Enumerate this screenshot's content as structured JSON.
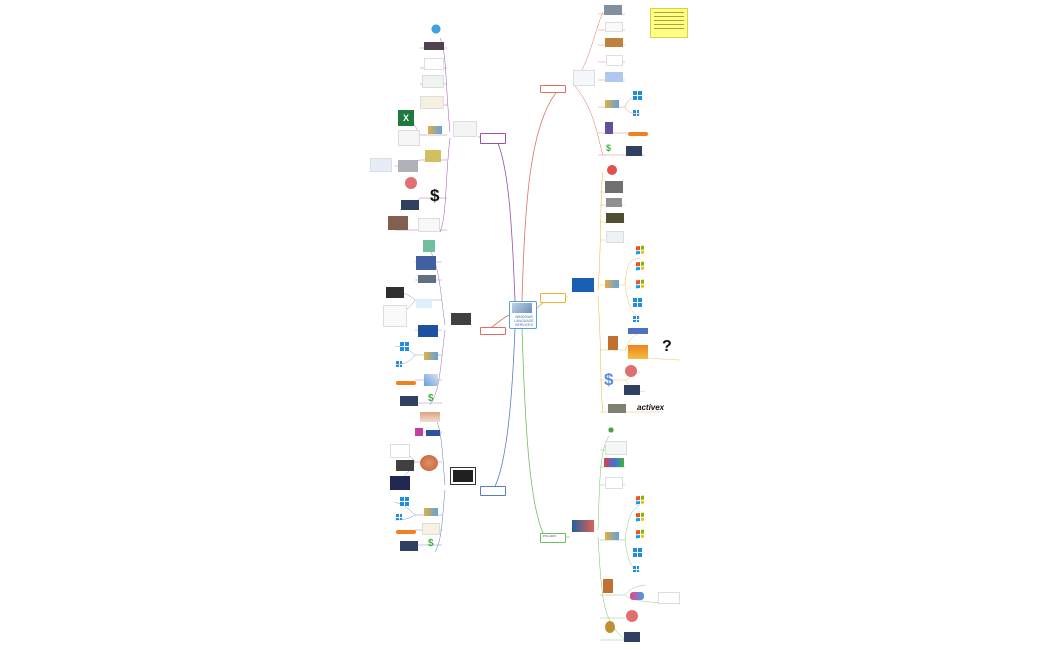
{
  "root": {
    "label": "WINDOWS LANGUAGE SERVICES"
  },
  "branches": {
    "top_right": {
      "label": ""
    },
    "mid_right": {
      "label": ""
    },
    "bottom_right": {
      "label": "POLARIS"
    },
    "top_left": {
      "label": ""
    },
    "mid_left": {
      "label": ""
    },
    "bottom_left": {
      "label": ""
    }
  },
  "colors": {
    "red": "#e07060",
    "purple": "#9a50b0",
    "orange": "#f0b030",
    "blue": "#5a7ac8",
    "green": "#70c060",
    "root": "#5aa0d8",
    "note": "#ffff88"
  },
  "icons": {
    "dollar": "$",
    "question": "?",
    "excel": "X",
    "windows": "windows-logo-icon",
    "activex": "activex"
  }
}
